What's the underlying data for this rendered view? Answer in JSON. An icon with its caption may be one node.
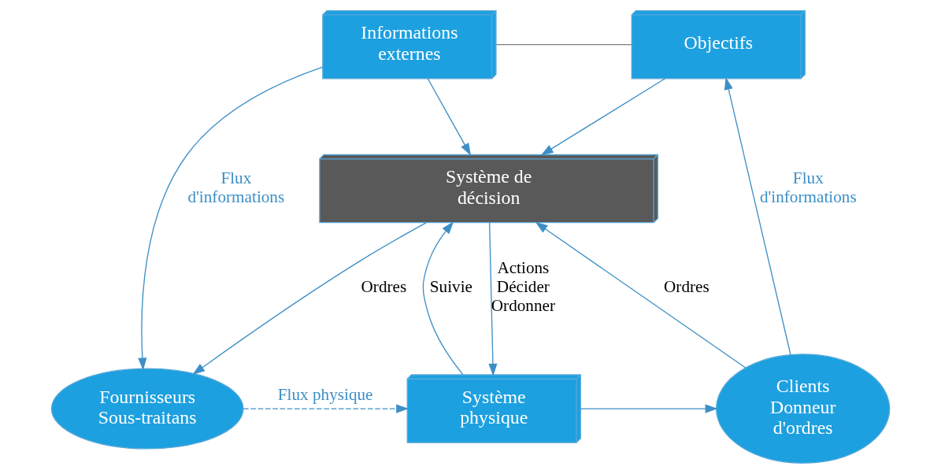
{
  "diagram": {
    "nodes": [
      {
        "text": [
          "Informations externes"
        ]
      },
      {
        "text": [
          "Objectifs"
        ]
      },
      {
        "text": [
          "Système de décision"
        ]
      },
      {
        "text": [
          "Fournisseurs Sous-traitans"
        ]
      },
      {
        "text": [
          "Système physique"
        ]
      },
      {
        "text": [
          "Clients Donneur d'ordres"
        ]
      }
    ],
    "edges": [
      {
        "from": 0,
        "to": 1,
        "arrow": "none",
        "color": "#7f7f7f"
      },
      {
        "from": 0,
        "to": 2,
        "arrow": "to"
      },
      {
        "from": 1,
        "to": 2,
        "arrow": "to"
      },
      {
        "from": 0,
        "to": 3,
        "arrow": "to",
        "label": "Flux d'informations"
      },
      {
        "from": 2,
        "to": 3,
        "arrow": "to",
        "label": "Ordres"
      },
      {
        "from": 2,
        "to": 4,
        "arrow": "to",
        "label": "Actions Décider Ordonner"
      },
      {
        "from": 3,
        "to": 4,
        "arrow": "to",
        "label": "Flux physique",
        "style": "dashed"
      },
      {
        "from": 4,
        "to": 2,
        "arrow": "to",
        "label": "Suivie"
      },
      {
        "from": 4,
        "to": 5,
        "arrow": "to"
      },
      {
        "from": 5,
        "to": 2,
        "arrow": "to",
        "label": "Ordres"
      },
      {
        "from": 5,
        "to": 1,
        "arrow": "to",
        "label": "Flux d'informations"
      }
    ]
  }
}
